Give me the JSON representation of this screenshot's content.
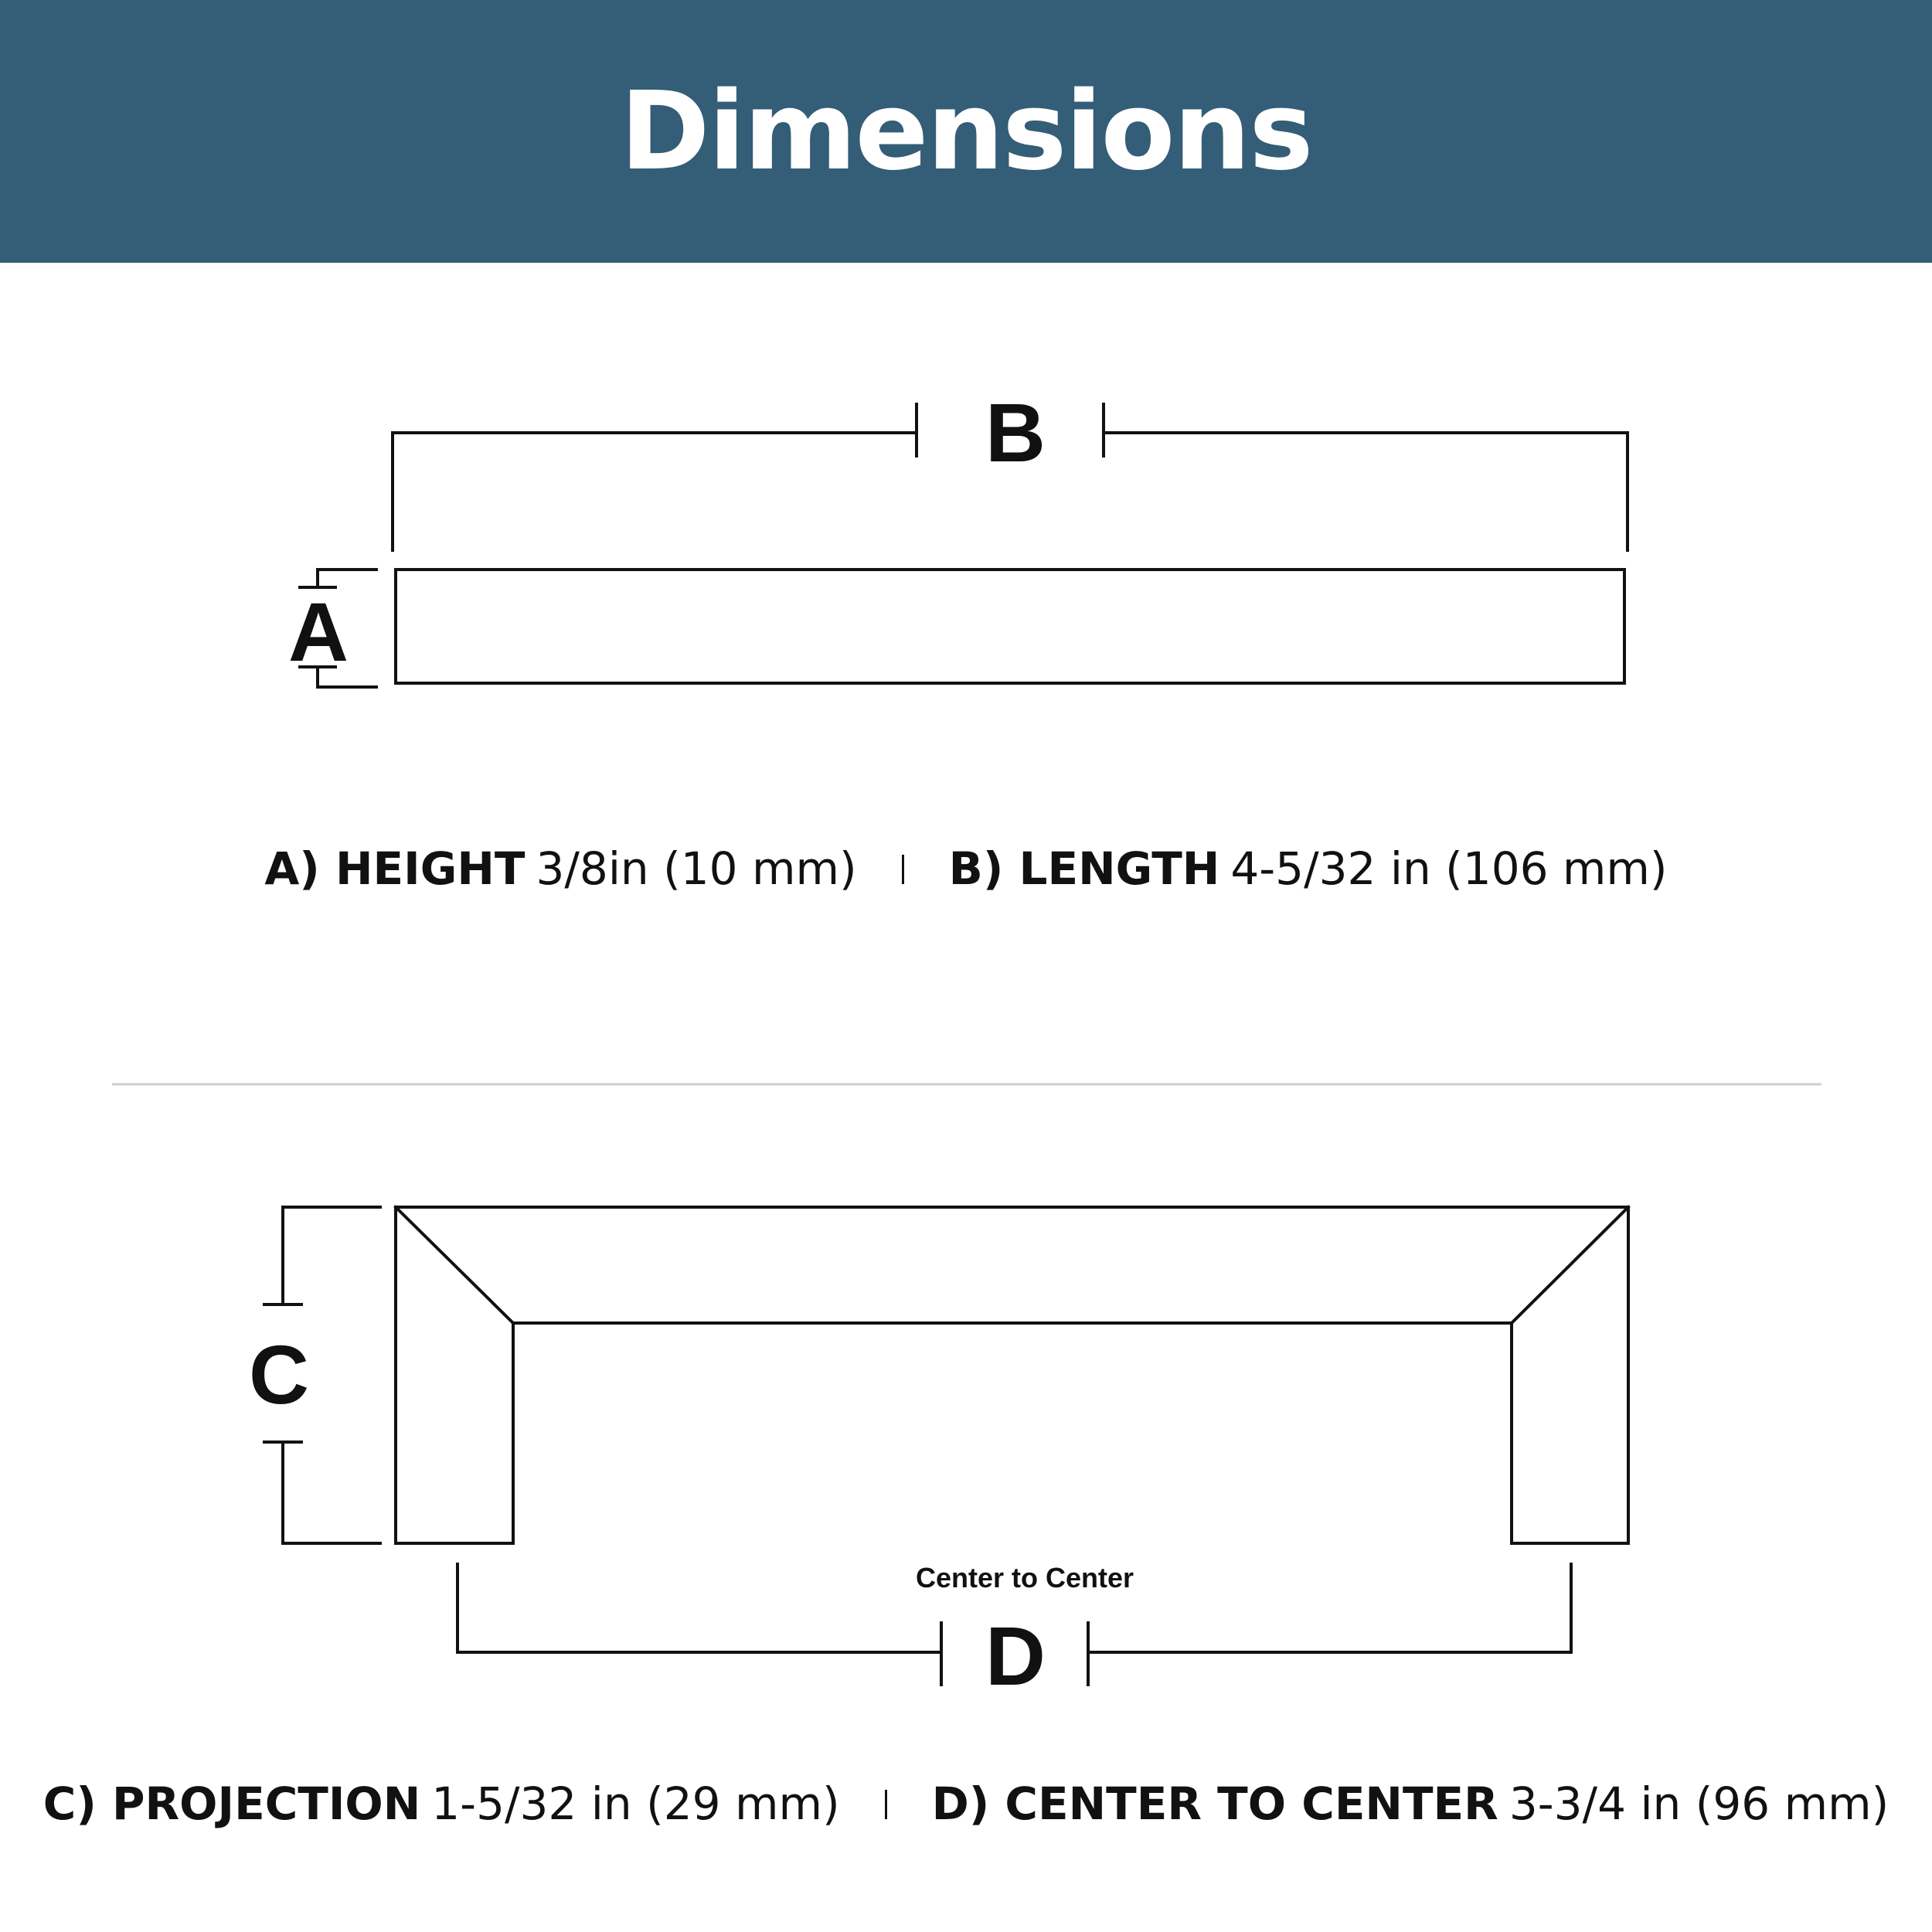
{
  "header": {
    "title": "Dimensions",
    "background": "#345d77",
    "text_color": "#ffffff"
  },
  "diagram": {
    "labels": {
      "a": "A",
      "b": "B",
      "c": "C",
      "d": "D",
      "center_note": "Center to Center"
    },
    "line_color": "#111111",
    "divider_color": "#cccccc"
  },
  "dimensions": {
    "row1": [
      {
        "label": "A) HEIGHT",
        "value": "3/8in (10 mm)"
      },
      {
        "label": "B) LENGTH",
        "value": "4-5/32 in (106 mm)"
      }
    ],
    "row2": [
      {
        "label": "C) PROJECTION",
        "value": "1-5/32 in (29 mm)"
      },
      {
        "label": "D) CENTER TO CENTER",
        "value": "3-3/4 in (96 mm)"
      }
    ]
  }
}
